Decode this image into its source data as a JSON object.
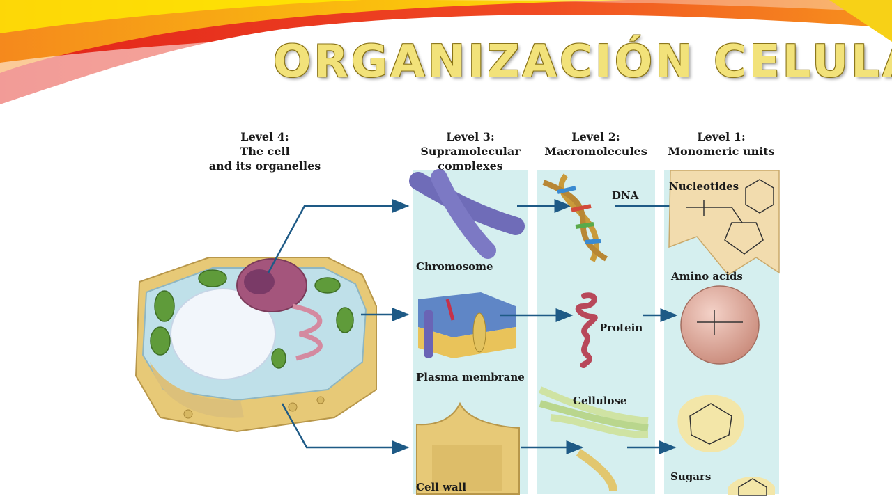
{
  "slide": {
    "title": "ORGANIZACIÓN CELULAR"
  },
  "levels": [
    {
      "name": "Level 4:",
      "lines": [
        "The cell",
        "and its organelles"
      ]
    },
    {
      "name": "Level 3:",
      "lines": [
        "Supramolecular",
        "complexes"
      ]
    },
    {
      "name": "Level 2:",
      "lines": [
        "Macromolecules"
      ]
    },
    {
      "name": "Level 1:",
      "lines": [
        "Monomeric units"
      ]
    }
  ],
  "labels": {
    "chromosome": "Chromosome",
    "plasma_membrane": "Plasma membrane",
    "cell_wall": "Cell wall",
    "dna": "DNA",
    "protein": "Protein",
    "cellulose": "Cellulose",
    "nucleotides": "Nucleotides",
    "amino_acids": "Amino acids",
    "sugars": "Sugars"
  },
  "colors": {
    "panel": "#d5efef",
    "arrow": "#1e5a86",
    "title_fill": "#f2e27a",
    "banner_red": "#e2231a",
    "banner_orange": "#f7941d",
    "banner_yellow": "#fff200"
  }
}
